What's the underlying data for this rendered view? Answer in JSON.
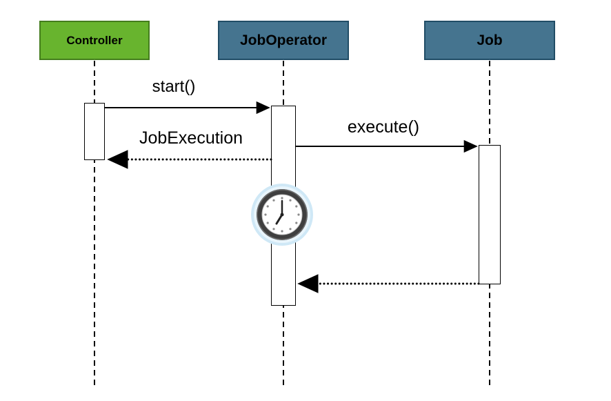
{
  "diagram": {
    "type": "uml-sequence-diagram",
    "colors": {
      "controller_header": "#68b42e",
      "controller_border": "#447d1d",
      "operator_header": "#45748f",
      "operator_border": "#214d66",
      "background": "#ffffff",
      "line_color": "#000000",
      "clock_ring": "#3f3f3f",
      "clock_halo": "#cfe8f6"
    },
    "lifelines": [
      {
        "label": "Controller"
      },
      {
        "label": "JobOperator"
      },
      {
        "label": "Job"
      }
    ],
    "messages": [
      {
        "label": "start()",
        "type": "sync",
        "from": "Controller",
        "to": "JobOperator"
      },
      {
        "label": "JobExecution",
        "type": "return",
        "from": "JobOperator",
        "to": "Controller"
      },
      {
        "label": "execute()",
        "type": "sync",
        "from": "JobOperator",
        "to": "Job"
      },
      {
        "label": "",
        "type": "return",
        "from": "Job",
        "to": "JobOperator"
      }
    ],
    "icons": [
      {
        "name": "clock-icon"
      }
    ]
  }
}
